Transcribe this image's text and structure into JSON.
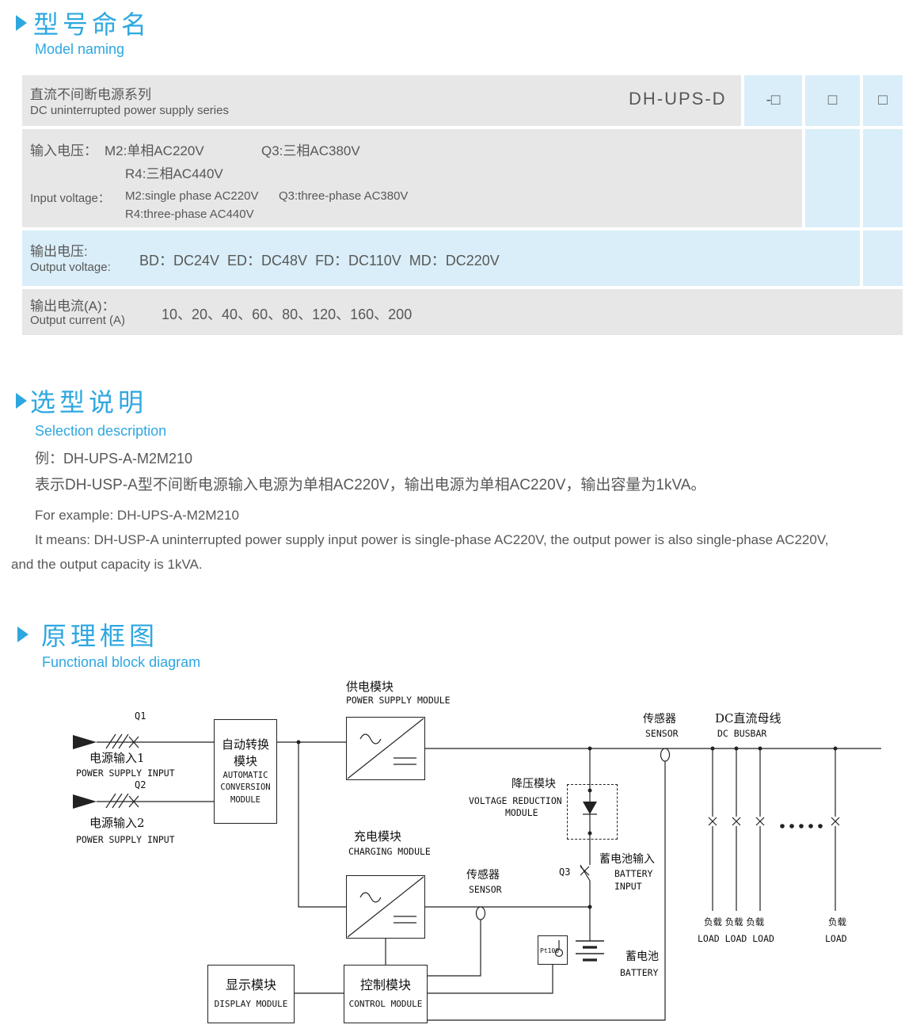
{
  "colors": {
    "accent": "#2ea7e0",
    "rowgray": "#e7e7e7",
    "rowblue": "#d9eef8"
  },
  "section1": {
    "title_zh": "型号命名",
    "title_en": "Model naming",
    "table": {
      "row1": {
        "zh": "直流不间断电源系列",
        "en": "DC uninterrupted power supply series",
        "model": "DH-UPS-D",
        "box1": "-□",
        "box2": "□",
        "box3": "□"
      },
      "row2": {
        "label_zh": "输入电压：",
        "m2_zh": "M2:单相AC220V",
        "q3_zh": "Q3:三相AC380V",
        "r4_zh": "R4:三相AC440V",
        "label_en": "Input voltage：",
        "m2_en": "M2:single phase AC220V",
        "q3_en": "Q3:three-phase AC380V",
        "r4_en": "R4:three-phase AC440V"
      },
      "row3": {
        "label_zh": "输出电压:",
        "label_en": "Output voltage:",
        "value": "BD：DC24V  ED：DC48V  FD：DC110V  MD：DC220V"
      },
      "row4": {
        "label_zh": "输出电流(A)：",
        "label_en": "Output current (A)",
        "value": "10、20、40、60、80、120、160、200"
      }
    }
  },
  "section2": {
    "title_zh": "选型说明",
    "title_en": "Selection description",
    "example_zh": "例：DH-UPS-A-M2M210",
    "desc_zh": "表示DH-USP-A型不间断电源输入电源为单相AC220V，输出电源为单相AC220V，输出容量为1kVA。",
    "example_en": "For example: DH-UPS-A-M2M210",
    "desc_en1": "It means: DH-USP-A uninterrupted power supply input power is single-phase AC220V, the output power is also single-phase AC220V,",
    "desc_en2": "and the output capacity is 1kVA."
  },
  "section3": {
    "title_zh": "原理框图",
    "title_en": "Functional block diagram"
  },
  "diagram": {
    "labels": {
      "power_module_zh": "供电模块",
      "power_module_en": "POWER SUPPLY MODULE",
      "q1": "Q1",
      "q2": "Q2",
      "q3": "Q3",
      "input1_zh": "电源输入1",
      "input1_en": "POWER SUPPLY INPUT",
      "input2_zh": "电源输入2",
      "input2_en": "POWER SUPPLY INPUT",
      "auto_zh1": "自动转换",
      "auto_zh2": "模块",
      "auto_en1": "AUTOMATIC",
      "auto_en2": "CONVERSION",
      "auto_en3": "MODULE",
      "sensor1_zh": "传感器",
      "sensor1_en": "SENSOR",
      "dcbus_zh": "DC直流母线",
      "dcbus_en": "DC BUSBAR",
      "vr_zh": "降压模块",
      "vr_en1": "VOLTAGE REDUCTION",
      "vr_en2": "MODULE",
      "charging_zh": "充电模块",
      "charging_en": "CHARGING MODULE",
      "sensor2_zh": "传感器",
      "sensor2_en": "SENSOR",
      "battery_in_zh": "蓄电池输入",
      "battery_in_en1": "BATTERY",
      "battery_in_en2": "INPUT",
      "battery_zh": "蓄电池",
      "battery_en": "BATTERY",
      "pt100": "Pt100",
      "display_zh": "显示模块",
      "display_en": "DISPLAY MODULE",
      "control_zh": "控制模块",
      "control_en": "CONTROL MODULE",
      "loads_zh": "负载 负载 负载",
      "loads_en": "LOAD LOAD LOAD",
      "load_zh": "负载",
      "load_en": "LOAD"
    }
  }
}
